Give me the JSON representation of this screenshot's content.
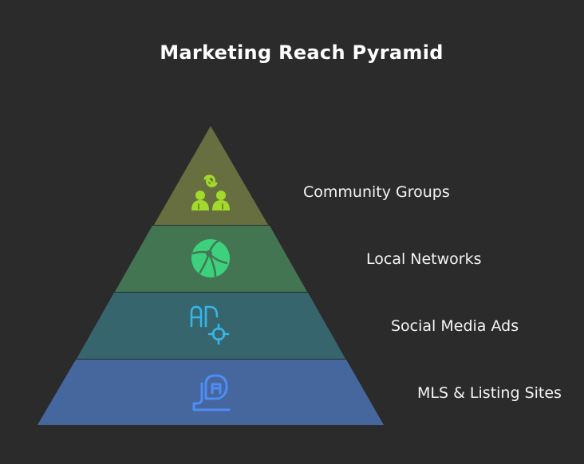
{
  "title": "Marketing Reach Pyramid",
  "tiers": [
    {
      "label": "Community Groups",
      "icon": "community-link-icon",
      "fill": "#676f41",
      "icon_color": "#a3d92a"
    },
    {
      "label": "Local Networks",
      "icon": "globe-network-icon",
      "fill": "#437552",
      "icon_color": "#3dd17e"
    },
    {
      "label": "Social Media Ads",
      "icon": "ad-target-icon",
      "fill": "#36656e",
      "icon_color": "#36b6e8"
    },
    {
      "label": "MLS & Listing Sites",
      "icon": "listing-chat-icon",
      "fill": "#45679e",
      "icon_color": "#4e8cf3"
    }
  ]
}
